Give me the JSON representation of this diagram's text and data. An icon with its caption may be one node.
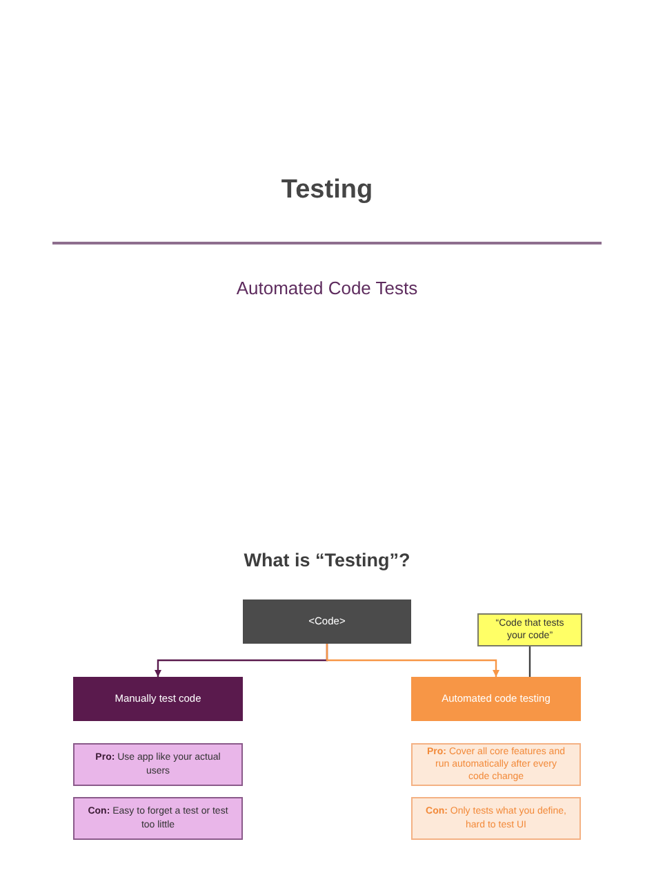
{
  "diagram": {
    "title": "Testing",
    "nodes": [
      {
        "text": [
          "<Code>"
        ]
      },
      {
        "text": [
          "“Code that tests your code”"
        ]
      },
      {
        "text": [
          "Manually test code"
        ]
      },
      {
        "text": [
          "Automated code testing"
        ]
      },
      {
        "text": [
          "**Pro:** Use app like your actual users"
        ]
      },
      {
        "text": [
          "**Pro:** Cover all core features and run automatically after every code change"
        ]
      },
      {
        "text": [
          "**Con:** Easy to forget a test or test too little"
        ]
      },
      {
        "text": [
          "**Con:** Only tests what you define, hard to test UI"
        ]
      }
    ],
    "edges": [
      {
        "from": 0,
        "to": 2,
        "arrow": "to",
        "color": "#5a1a4d"
      },
      {
        "from": 0,
        "to": 3,
        "arrow": "to",
        "color": "#f79646"
      },
      {
        "from": 1,
        "to": 3,
        "arrow": "none",
        "color": "#404040"
      }
    ],
    "labels": [
      "Automated Code Tests",
      "What is “Testing”?"
    ]
  }
}
